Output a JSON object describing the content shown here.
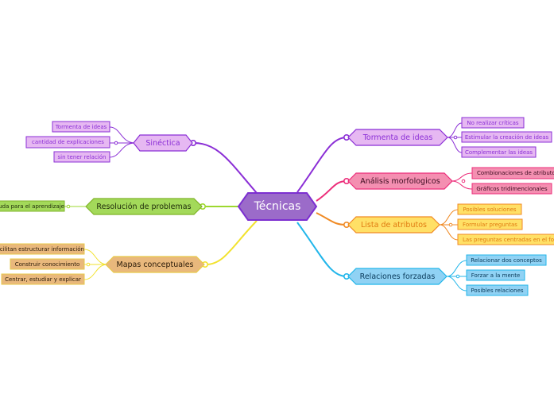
{
  "colors": {
    "center": "#9b6bc9",
    "sinectica": "#e6b8f2",
    "resolucion": "#a3d95a",
    "mapas": "#e9b87c",
    "tormenta": "#e6b8f2",
    "analisis": "#f48fb1",
    "atributos": "#ffe066",
    "relaciones": "#90d2f4",
    "purple": "#8b2fd6",
    "green": "#9dd82f",
    "yellow": "#f2e22e",
    "pink": "#ec2d7a",
    "orange": "#f08a24",
    "cyan": "#22b6ea"
  },
  "center": {
    "label": "Técnicas"
  },
  "branches": {
    "sinectica": {
      "label": "Sinéctica",
      "children": [
        "Tormenta de ideas",
        "cantidad de explicaciones",
        "sin tener relación"
      ]
    },
    "resolucion": {
      "label": "Resolución de problemas",
      "children": [
        "Ayuda para el aprendizaje"
      ]
    },
    "mapas": {
      "label": "Mapas conceptuales",
      "children": [
        "Facilitan estructurar información",
        "Construir conocimiento",
        "Centrar, estudiar y explicar"
      ]
    },
    "tormenta": {
      "label": "Tormenta de ideas",
      "children": [
        "No realizar críticas",
        "Estimular la creación de ideas",
        "Complementar las ideas"
      ]
    },
    "analisis": {
      "label": "Análisis morfologicos",
      "children": [
        "Combionaciones de atributos",
        "Gráficos tridimencionales"
      ]
    },
    "atributos": {
      "label": "Lista de atributos",
      "children": [
        "Posibles soluciones",
        "Formular preguntas",
        "Las preguntas centradas en el foco"
      ]
    },
    "relaciones": {
      "label": "Relaciones forzadas",
      "children": [
        "Relacionar dos conceptos",
        "Forzar a la mente",
        "Posibles relaciones"
      ]
    }
  }
}
